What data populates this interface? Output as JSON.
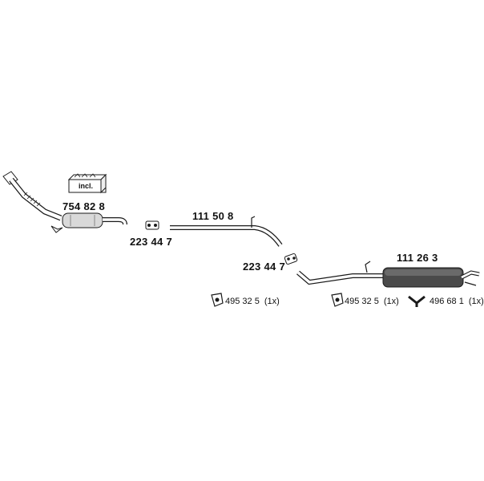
{
  "parts": {
    "catalytic_converter": {
      "number": "754 82 8",
      "kit_label": "incl."
    },
    "clamp_front": {
      "number": "223 44 7"
    },
    "middle_pipe": {
      "number": "111 50 8"
    },
    "clamp_rear": {
      "number": "223 44 7"
    },
    "rear_silencer": {
      "number": "111 26 3"
    },
    "rubber_mount_left": {
      "number": "495 32 5",
      "quantity": "(1x)"
    },
    "rubber_mount_right": {
      "number": "495 32 5",
      "quantity": "(1x)"
    },
    "hanger_y": {
      "number": "496 68 1",
      "quantity": "(1x)"
    }
  },
  "colors": {
    "line": "#1a1a1a",
    "fill_light": "#d9d9d9",
    "fill_dark": "#4a4a4a"
  }
}
